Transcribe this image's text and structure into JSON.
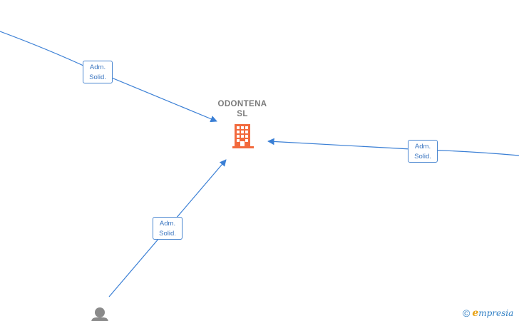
{
  "company": {
    "name_line1": "ODONTENA",
    "name_line2": "SL",
    "icon": "building-icon",
    "icon_color": "#f26a3d"
  },
  "edges": [
    {
      "label_line1": "Adm.",
      "label_line2": "Solid."
    },
    {
      "label_line1": "Adm.",
      "label_line2": "Solid."
    },
    {
      "label_line1": "Adm.",
      "label_line2": "Solid."
    }
  ],
  "person": {
    "icon": "person-icon",
    "icon_color": "#8a8a8a"
  },
  "edge_color": "#3a7fd5",
  "watermark": {
    "copyright": "©",
    "brand_first": "e",
    "brand_rest": "mpresia",
    "brand_color": "#2f7fc4",
    "accent_color": "#e8a317"
  }
}
